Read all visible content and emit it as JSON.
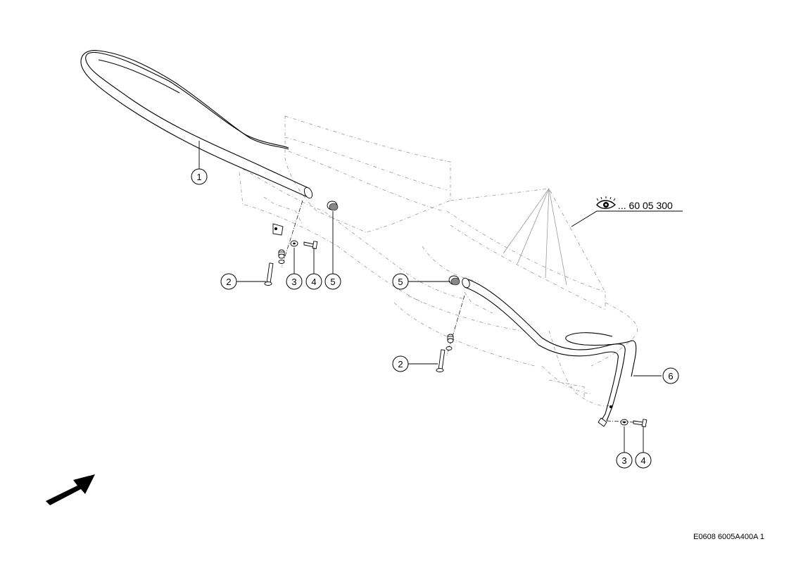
{
  "callouts": {
    "c1": "1",
    "c2a": "2",
    "c3a": "3",
    "c4a": "4",
    "c5a": "5",
    "c5b": "5",
    "c2b": "2",
    "c6": "6",
    "c3b": "3",
    "c4b": "4"
  },
  "reference": {
    "icon": "eye-icon",
    "text": "... 60 05 300"
  },
  "drawing_code": "E0608 6005A400A 1",
  "direction_arrow": "direction-arrow-icon"
}
